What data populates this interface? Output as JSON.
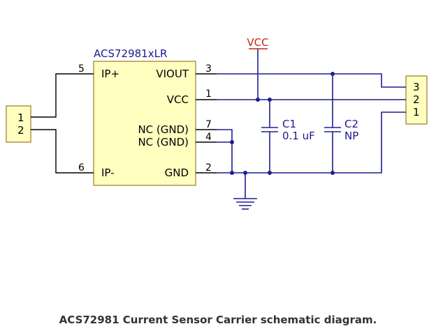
{
  "chip": {
    "name": "ACS72981xLR",
    "pins": {
      "ip_plus": "IP+",
      "ip_minus": "IP-",
      "viout": "VIOUT",
      "vcc": "VCC",
      "nc1": "NC (GND)",
      "nc2": "NC (GND)",
      "gnd": "GND"
    },
    "pin_numbers": {
      "p5": "5",
      "p6": "6",
      "p3": "3",
      "p1": "1",
      "p7": "7",
      "p4": "4",
      "p2": "2"
    }
  },
  "power_label": "VCC",
  "caps": {
    "c1": {
      "ref": "C1",
      "value": "0.1 uF"
    },
    "c2": {
      "ref": "C2",
      "value": "NP"
    }
  },
  "left_connector": {
    "pins": [
      "1",
      "2"
    ]
  },
  "right_connector": {
    "pins": [
      "3",
      "2",
      "1"
    ]
  },
  "caption": "ACS72981 Current Sensor Carrier schematic diagram.",
  "colors": {
    "wire": "#1f1f8f",
    "body": "#ffffc0",
    "vcc": "#c0271b"
  }
}
